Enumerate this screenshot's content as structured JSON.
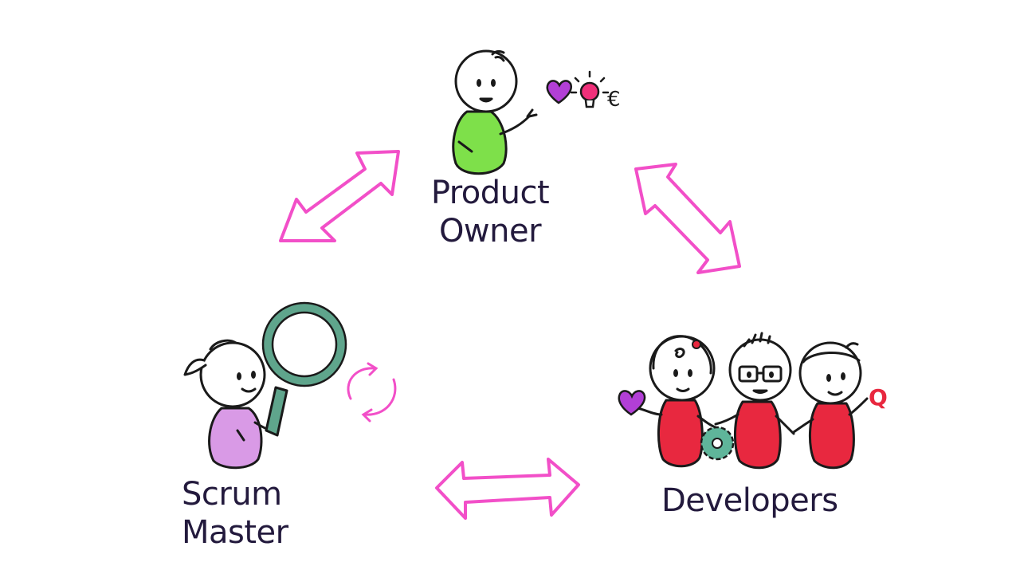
{
  "roles": {
    "product_owner": {
      "line1": "Product",
      "line2": "Owner"
    },
    "scrum_master": {
      "line1": "Scrum",
      "line2": "Master"
    },
    "developers": {
      "line1": "Developers"
    }
  },
  "icons": {
    "heart": "heart-icon",
    "idea": "lightbulb-icon",
    "currency": "euro-icon",
    "magnifier": "magnifying-glass-icon",
    "cycle": "cycle-arrows-icon",
    "gear": "gear-icon",
    "quality": "quality-q-icon",
    "euro_symbol": "€",
    "q_symbol": "Q"
  },
  "colors": {
    "arrow": "#f24fc8",
    "product_owner_body": "#7ee04a",
    "scrum_master_body": "#d99ae6",
    "developer_body": "#e8283f",
    "heart": "#b23fd6",
    "bulb": "#f0307a",
    "magnifier_ring": "#5fa58c",
    "gear": "#5fb59a",
    "text": "#231a3d"
  }
}
